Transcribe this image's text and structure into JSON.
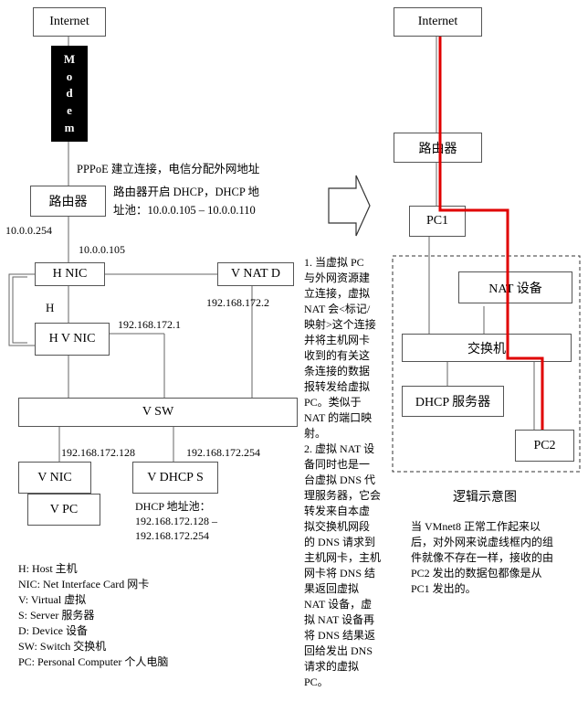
{
  "left": {
    "internet": "Internet",
    "modem_letters": [
      "M",
      "o",
      "d",
      "e",
      "m"
    ],
    "pppoe_note": "PPPoE 建立连接，电信分配外网地址",
    "router": "路由器",
    "router_dhcp_1": "路由器开启 DHCP，DHCP 地",
    "router_dhcp_2": "址池：10.0.0.105 – 10.0.0.110",
    "ip_router": "10.0.0.254",
    "ip_hnic": "10.0.0.105",
    "hnic": "H NIC",
    "h_label": "H",
    "hvnic": "H V NIC",
    "vnatd": "V NAT D",
    "ip_vnatd": "192.168.172.2",
    "ip_hvnic": "192.168.172.1",
    "vsw": "V SW",
    "ip_vnic": "192.168.172.128",
    "ip_vdhcp": "192.168.172.254",
    "vnic": "V NIC",
    "vpc": "V PC",
    "vdhcps": "V DHCP S",
    "dhcp_pool_1": "DHCP 地址池：",
    "dhcp_pool_2": "192.168.172.128 –",
    "dhcp_pool_3": "192.168.172.254",
    "legend": [
      "H: Host  主机",
      "NIC: Net Interface Card  网卡",
      "V: Virtual  虚拟",
      "S: Server  服务器",
      "D: Device  设备",
      "SW: Switch  交换机",
      "PC: Personal Computer  个人电脑"
    ]
  },
  "middle": {
    "notes": [
      "1. 当虚拟 PC",
      "与外网资源建",
      "立连接，虚拟",
      "NAT 会<标记/",
      "映射>这个连接",
      "并将主机网卡",
      "收到的有关这",
      "条连接的数据",
      "报转发给虚拟",
      "PC。类似于",
      "NAT 的端口映",
      "射。",
      "2. 虚拟 NAT 设",
      "备同时也是一",
      "台虚拟 DNS 代",
      "理服务器，它会",
      "转发来自本虚",
      "拟交换机网段",
      "的 DNS 请求到",
      "主机网卡，主机",
      "网卡将 DNS 结",
      "果返回虚拟",
      "NAT 设备，虚",
      "拟 NAT 设备再",
      "将 DNS 结果返",
      "回给发出 DNS",
      "请求的虚拟",
      "PC。"
    ]
  },
  "right": {
    "internet": "Internet",
    "router": "路由器",
    "pc1": "PC1",
    "nat_device": "NAT 设备",
    "switch": "交换机",
    "dhcp_server": "DHCP 服务器",
    "pc2": "PC2",
    "caption": "逻辑示意图",
    "desc": [
      "当 VMnet8 正常工作起来以",
      "后，对外网来说虚线框内的组",
      "件就像不存在一样，接收的由",
      "PC2 发出的数据包都像是从",
      "PC1 发出的。"
    ],
    "path_color": "#e00000"
  }
}
